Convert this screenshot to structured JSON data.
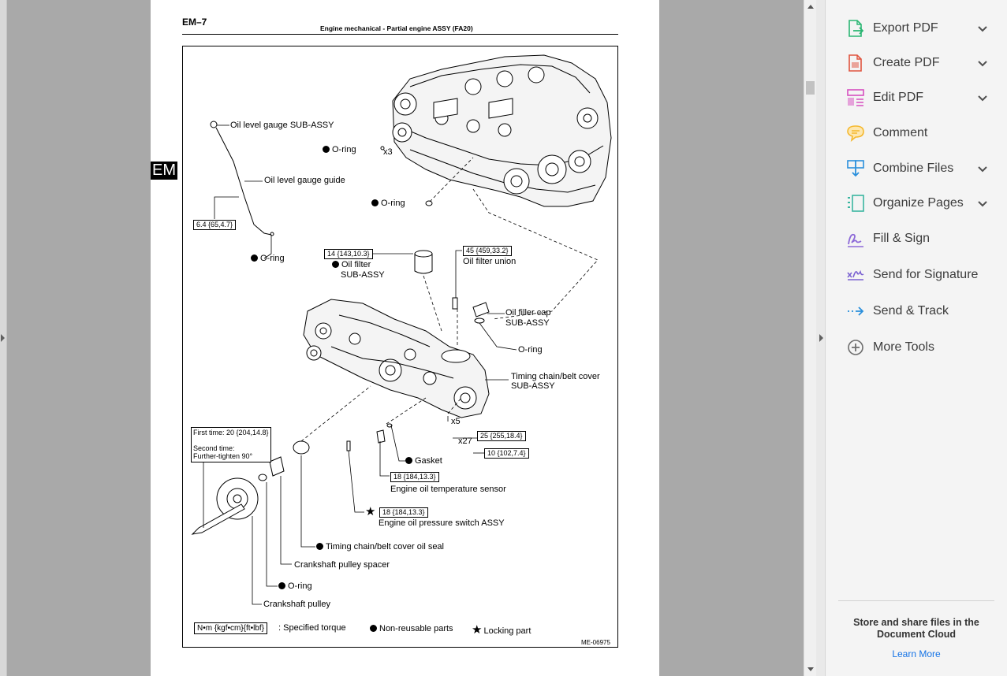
{
  "document": {
    "page_label": "EM–7",
    "header": "Engine mechanical  -  Partial engine ASSY (FA20)",
    "section_tab": "EM",
    "figure_code": "ME-06975",
    "labels": {
      "oil_level_gauge": "Oil level gauge SUB-ASSY",
      "oring_a": "O-ring",
      "x3": "x3",
      "oil_level_gauge_guide": "Oil level gauge guide",
      "oring_b": "O-ring",
      "torque_gauge_guide": "6.4 {65,4.7}",
      "oring_c": "O-ring",
      "torque_oil_filter": "14 {143,10.3}",
      "oil_filter_l1": "Oil filter",
      "oil_filter_l2": "SUB-ASSY",
      "torque_filter_union": "45 {459,33.2}",
      "oil_filter_union": "Oil filter union",
      "oil_filler_cap_l1": "Oil filler cap",
      "oil_filler_cap_l2": "SUB-ASSY",
      "oring_d": "O-ring",
      "timing_cover_l1": "Timing chain/belt cover",
      "timing_cover_l2": "SUB-ASSY",
      "x5": "x5",
      "torque_25": "25 {255,18.4}",
      "x27": "x27",
      "torque_10": "10 {102,7.4}",
      "torque_first_l1": "First time: 20 {204,14.8}",
      "torque_first_l2": "Second time:",
      "torque_first_l3": "Further-tighten 90°",
      "gasket": "Gasket",
      "torque_temp_sensor": "18 {184,13.3}",
      "temp_sensor": "Engine oil temperature sensor",
      "torque_pressure_switch": "18 {184,13.3}",
      "pressure_switch": "Engine oil pressure switch ASSY",
      "oil_seal": "Timing chain/belt cover oil seal",
      "pulley_spacer": "Crankshaft pulley spacer",
      "oring_e": "O-ring",
      "crankshaft_pulley": "Crankshaft pulley"
    },
    "legend": {
      "torque_units": "N•m {kgf•cm}{ft•lbf}",
      "torque_text": ": Specified torque",
      "non_reusable": "Non-reusable parts",
      "locking": "Locking part"
    }
  },
  "tools_pane": {
    "items": [
      {
        "label": "Export PDF",
        "icon": "export-pdf-icon",
        "has_chevron": true,
        "color": "#2bb673"
      },
      {
        "label": "Create PDF",
        "icon": "create-pdf-icon",
        "has_chevron": true,
        "color": "#e0543f"
      },
      {
        "label": "Edit PDF",
        "icon": "edit-pdf-icon",
        "has_chevron": true,
        "color": "#d64fbf"
      },
      {
        "label": "Comment",
        "icon": "comment-icon",
        "has_chevron": false,
        "color": "#f5b82e"
      },
      {
        "label": "Combine Files",
        "icon": "combine-files-icon",
        "has_chevron": true,
        "color": "#2a8fdc"
      },
      {
        "label": "Organize Pages",
        "icon": "organize-pages-icon",
        "has_chevron": true,
        "color": "#3ab5a0"
      },
      {
        "label": "Fill & Sign",
        "icon": "fill-sign-icon",
        "has_chevron": false,
        "color": "#8d6ad8"
      },
      {
        "label": "Send for Signature",
        "icon": "send-signature-icon",
        "has_chevron": false,
        "color": "#7b62d1"
      },
      {
        "label": "Send & Track",
        "icon": "send-track-icon",
        "has_chevron": false,
        "color": "#2a8fdc"
      },
      {
        "label": "More Tools",
        "icon": "more-tools-icon",
        "has_chevron": false,
        "color": "#6e6e6e"
      }
    ],
    "cloud_text": "Store and share files in the Document Cloud",
    "learn_more": "Learn More"
  }
}
